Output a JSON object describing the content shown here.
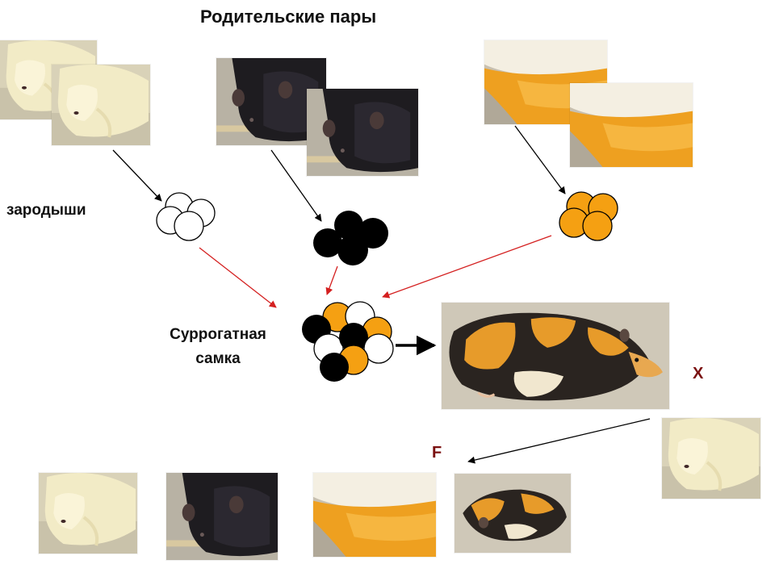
{
  "title": "Родительские пары",
  "labels": {
    "embryos": "зародыши",
    "surrogate_line1": "Суррогатная",
    "surrogate_line2": "самка",
    "cross": "X",
    "offspring": "F"
  },
  "colors": {
    "white_embryo": "#ffffff",
    "black_embryo": "#000000",
    "orange_embryo": "#f5a012",
    "red_arrow": "#d42020",
    "black_arrow": "#000000",
    "label_accent": "#7a1010"
  },
  "photos": [
    {
      "name": "white-mouse-photo",
      "coat": "white"
    },
    {
      "name": "black-mouse-photo",
      "coat": "black"
    },
    {
      "name": "orange-mouse-photo",
      "coat": "orange"
    },
    {
      "name": "chimera-mouse-photo",
      "coat": "chimera"
    }
  ]
}
